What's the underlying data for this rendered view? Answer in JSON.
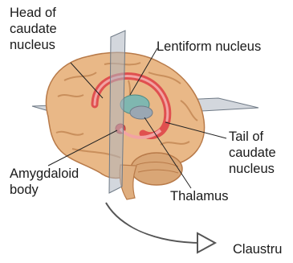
{
  "labels": {
    "head_of_caudate_nucleus": [
      "Head of",
      "caudate",
      "nucleus"
    ],
    "lentiform_nucleus": "Lentiform nucleus",
    "tail_of_caudate_nucleus": [
      "Tail of",
      "caudate",
      "nucleus"
    ],
    "amygdaloid_body": [
      "Amygdaloid",
      "body"
    ],
    "thalamus": "Thalamus",
    "claustrum_partial": "Claustru"
  },
  "colors": {
    "text": "#1a1a1a",
    "brain_fill": "#e9b887",
    "brain_gyri": "#c98f5c",
    "plane_fill": "#aeb6c1",
    "caudate_red": "#e0504f",
    "caudate_pink": "#f2a3a3",
    "lentiform_teal": "#7fb7b0",
    "thalamus_gray": "#9aa7b3"
  }
}
